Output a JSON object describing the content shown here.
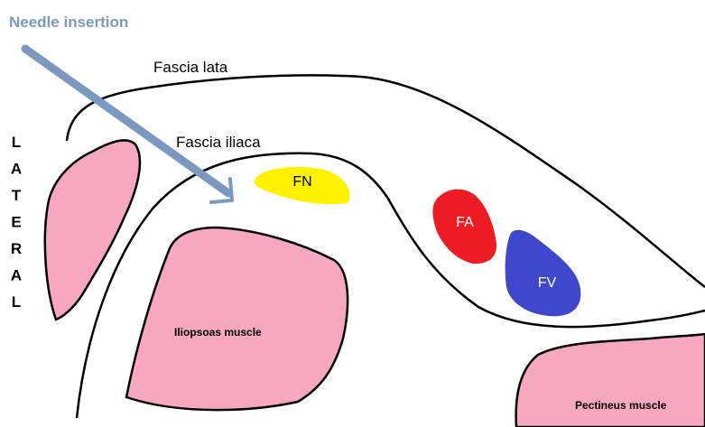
{
  "title": "Needle insertion",
  "fascia": {
    "lata": "Fascia lata",
    "iliaca": "Fascia iliaca"
  },
  "structures": {
    "nerve": "FN",
    "artery": "FA",
    "vein": "FV"
  },
  "muscles": {
    "iliopsoas": "Iliopsoas muscle",
    "pectineus": "Pectineus muscle"
  },
  "side_label": [
    "L",
    "A",
    "T",
    "E",
    "R",
    "A",
    "L"
  ],
  "colors": {
    "needle": "#7b98c1",
    "nerve": "#fff200",
    "artery": "#ed1c24",
    "vein": "#3f48cc",
    "muscle": "#f7a8c0",
    "outline": "#000000"
  }
}
